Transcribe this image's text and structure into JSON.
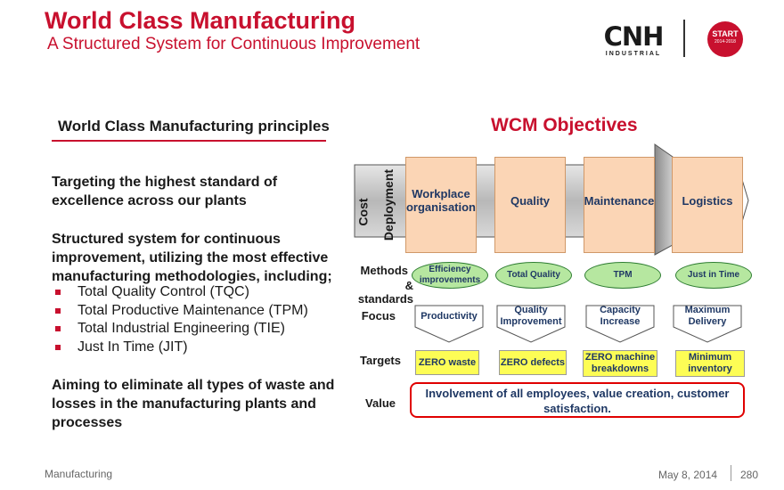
{
  "header": {
    "title": "World Class Manufacturing",
    "subtitle": "A Structured System for Continuous Improvement",
    "logo_word": "CNH",
    "logo_sub": "INDUSTRIAL",
    "badge_title": "START",
    "badge_sub": "2014-2018"
  },
  "left": {
    "heading": "World Class Manufacturing principles",
    "para1": "Targeting the highest standard of excellence across our plants",
    "para2": "Structured system for continuous improvement, utilizing the most effective manufacturing methodologies, including;",
    "bullets": [
      "Total Quality Control (TQC)",
      "Total Productive Maintenance (TPM)",
      "Total Industrial Engineering (TIE)",
      "Just In Time (JIT)"
    ],
    "para3": "Aiming to eliminate all types of waste and losses in the manufacturing plants and processes"
  },
  "objectives": {
    "heading": "WCM Objectives",
    "cost_label": "Cost",
    "deployment_label": "Deployment",
    "columns": [
      "Workplace organisation",
      "Quality",
      "Maintenance",
      "Logistics"
    ],
    "rows": {
      "methods": "Methods",
      "standards": "& standards",
      "focus": "Focus",
      "targets": "Targets",
      "value": "Value"
    },
    "methods": [
      "Efficiency improvements",
      "Total Quality",
      "TPM",
      "Just in Time"
    ],
    "focus": [
      "Productivity",
      "Quality Improvement",
      "Capacity Increase",
      "Maximum Delivery"
    ],
    "targets": [
      "ZERO waste",
      "ZERO defects",
      "ZERO machine breakdowns",
      "Minimum inventory"
    ],
    "value": "Involvement of all employees, value creation, customer satisfaction."
  },
  "footer": {
    "section": "Manufacturing",
    "date": "May 8, 2014",
    "page": "280"
  },
  "colors": {
    "accent": "#c8102e",
    "column_fill": "#fbd5b5",
    "oval_fill": "#b6e7a0",
    "target_fill": "#fdfd55",
    "text_blue": "#1f3864"
  }
}
